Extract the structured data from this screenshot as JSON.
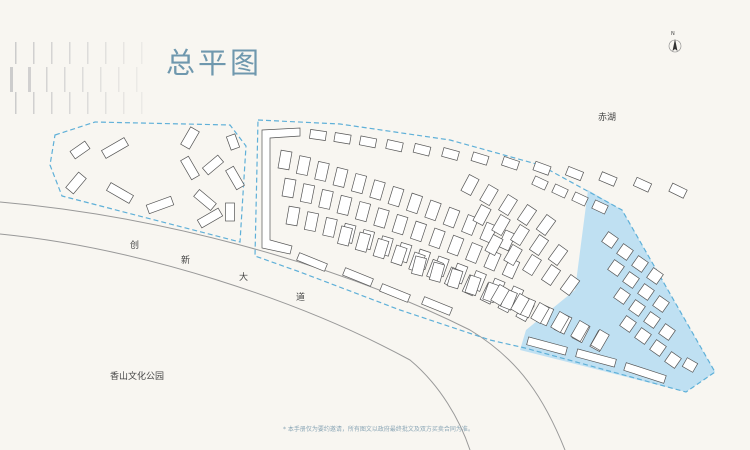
{
  "title": "总平图",
  "labels": {
    "lake": "赤湖",
    "road_chars": [
      "创",
      "新",
      "大",
      "道"
    ],
    "park": "香山文化公园",
    "north": "N"
  },
  "disclaimer": "* 本手册仅为要约邀请，所有图文以政府最终批文及双方买卖合同为准。",
  "colors": {
    "background": "#f8f6f1",
    "title": "#6f98ae",
    "boundary": "#5fb0d8",
    "highlight_zone": "#bfe0f2"
  },
  "icons": [
    "north-arrow-icon",
    "decorative-barcode-lines"
  ]
}
